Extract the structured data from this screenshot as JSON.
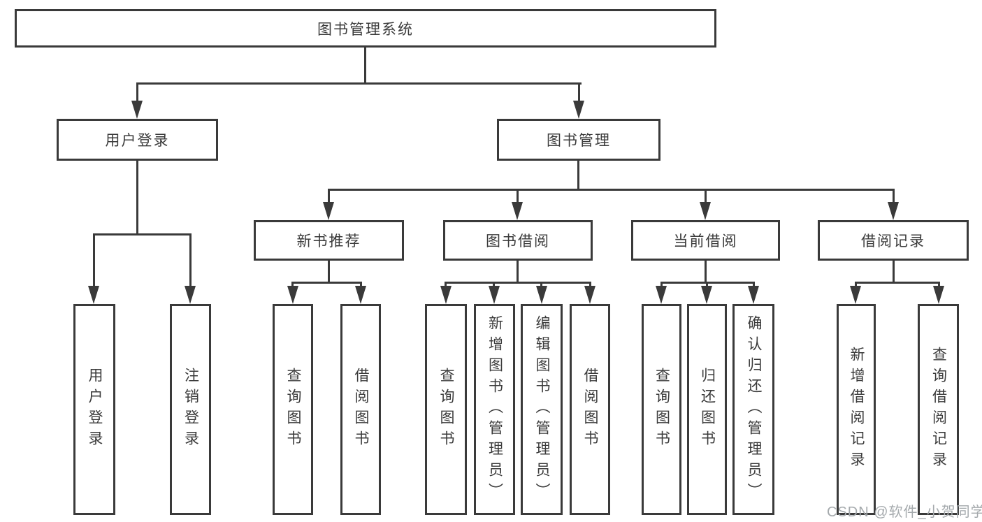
{
  "diagram": {
    "root": {
      "label": "图书管理系统",
      "children": [
        {
          "label": "用户登录",
          "children": [
            {
              "label": "用户登录"
            },
            {
              "label": "注销登录"
            }
          ]
        },
        {
          "label": "图书管理",
          "children": [
            {
              "label": "新书推荐",
              "children": [
                {
                  "label": "查询图书"
                },
                {
                  "label": "借阅图书"
                }
              ]
            },
            {
              "label": "图书借阅",
              "children": [
                {
                  "label": "查询图书"
                },
                {
                  "label": "新增图书（管理员）"
                },
                {
                  "label": "编辑图书（管理员）"
                },
                {
                  "label": "借阅图书"
                }
              ]
            },
            {
              "label": "当前借阅",
              "children": [
                {
                  "label": "查询图书"
                },
                {
                  "label": "归还图书"
                },
                {
                  "label": "确认归还（管理员）"
                }
              ]
            },
            {
              "label": "借阅记录",
              "children": [
                {
                  "label": "新增借阅记录"
                },
                {
                  "label": "查询借阅记录"
                }
              ]
            }
          ]
        }
      ]
    }
  },
  "watermark": {
    "text": "CSDN @软件_小贺同学"
  },
  "colors": {
    "line": "#3a3a3a",
    "text": "#3b3b3b",
    "watermark": "#a4a9ac"
  }
}
